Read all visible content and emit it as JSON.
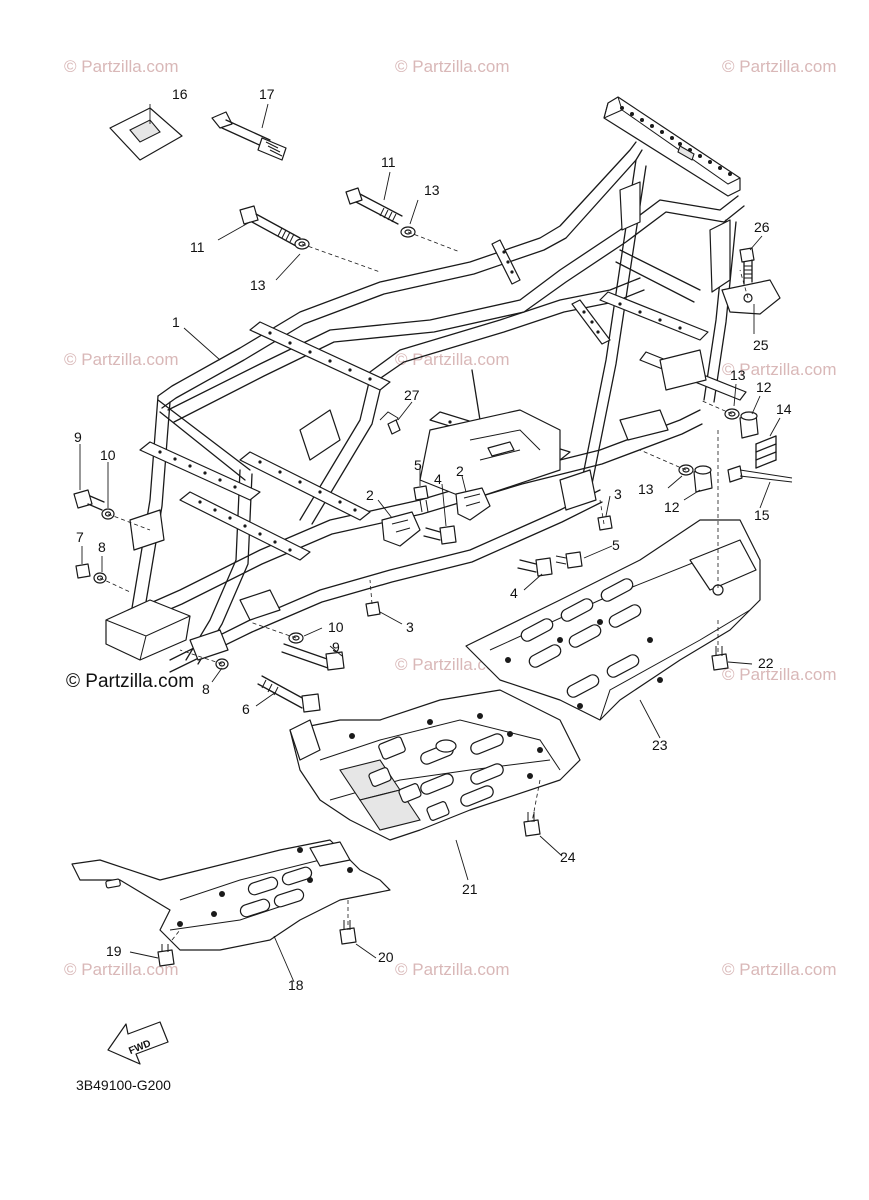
{
  "watermark": "© Partzilla.com",
  "logo": "© Partzilla.com",
  "diagram_code": "3B49100-G200",
  "fwd_label": "FWD",
  "callouts": [
    "1",
    "2",
    "2",
    "3",
    "3",
    "4",
    "4",
    "5",
    "5",
    "6",
    "7",
    "8",
    "8",
    "9",
    "9",
    "10",
    "10",
    "11",
    "11",
    "12",
    "12",
    "13",
    "13",
    "13",
    "13",
    "14",
    "15",
    "16",
    "17",
    "18",
    "19",
    "20",
    "21",
    "22",
    "23",
    "24",
    "25",
    "26",
    "27"
  ]
}
